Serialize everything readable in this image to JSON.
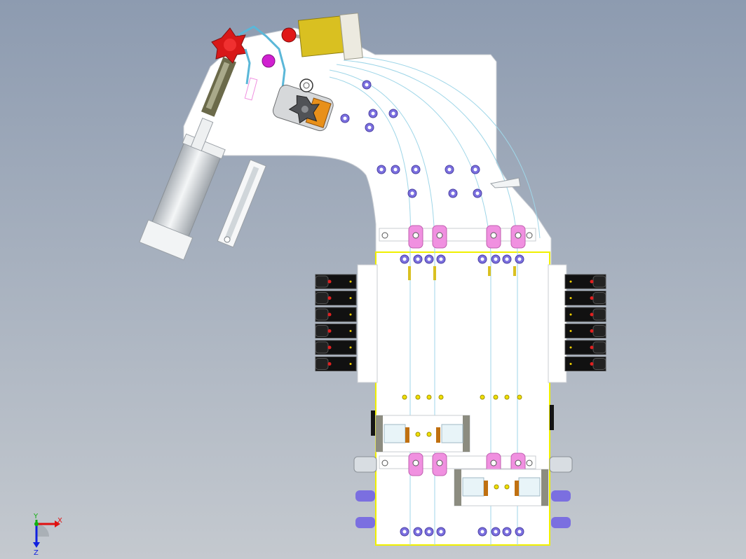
{
  "axis_triad": {
    "x_label": "X",
    "y_label": "Y",
    "z_label": "Z",
    "colors": {
      "x": "#e01010",
      "y": "#10b010",
      "z": "#1020e0"
    }
  },
  "colors": {
    "background_top": "#8d9bb0",
    "background_bottom": "#c4c9cf",
    "plate": "#ffffff",
    "plate_edge": "#c8ccd2",
    "highlight_edge": "#f0f000",
    "fastener": "#7b6fe0",
    "clamp": "#f090e0",
    "knob_red": "#e01818",
    "cylinder": "#d8dde2",
    "brass": "#d9c021",
    "guide_line": "#9fd6e8"
  }
}
